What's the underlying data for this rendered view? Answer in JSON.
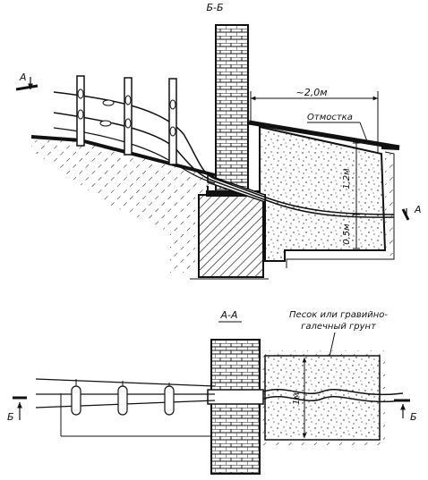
{
  "section_top": {
    "title": "Б-Б",
    "section_marker_left": "А",
    "section_marker_right": "А",
    "dimension_width": "~2,0м",
    "label_blind_area": "Отмостка",
    "dimension_depth_1": "1,2м",
    "dimension_depth_2": "0,5м"
  },
  "section_bottom": {
    "title": "А-А",
    "label_fill_material": "Песок или гравийно-галечный грунт",
    "label_fill_line_1": "Песок или гравийно-",
    "label_fill_line_2": "галечный грунт",
    "dimension_height": "1м",
    "section_marker_left": "Б",
    "section_marker_right": "Б"
  }
}
